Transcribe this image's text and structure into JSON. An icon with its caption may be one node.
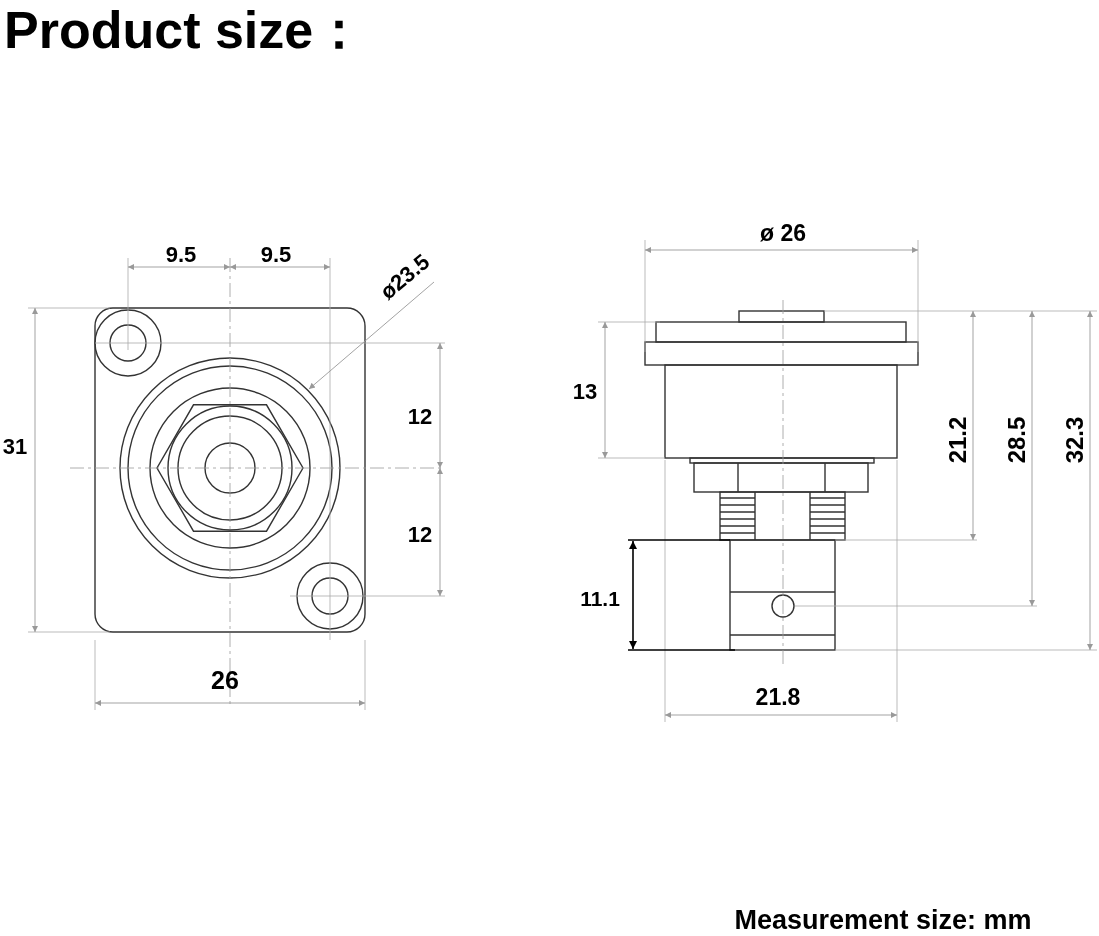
{
  "diagram": {
    "title": "Product size：",
    "labels": [
      "9.5",
      "9.5",
      "ø23.5",
      "31",
      "12",
      "12",
      "26",
      "ø 26",
      "13",
      "21.2",
      "28.5",
      "32.3",
      "11.1",
      "21.8",
      "Measurement size: mm"
    ]
  }
}
